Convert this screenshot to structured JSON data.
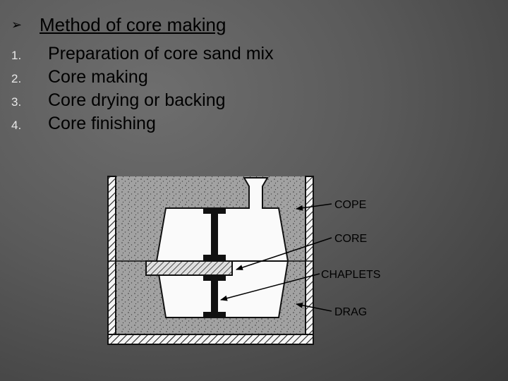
{
  "heading": {
    "bullet": "➢",
    "title": "Method of core making"
  },
  "steps": [
    {
      "num": "1.",
      "text": "Preparation of core sand mix"
    },
    {
      "num": "2.",
      "text": "Core making"
    },
    {
      "num": "3.",
      "text": "Core drying or backing"
    },
    {
      "num": "4.",
      "text": "Core finishing"
    }
  ],
  "figure": {
    "labels": {
      "cope": "COPE",
      "core": "CORE",
      "chaplets": "CHAPLETS",
      "drag": "DRAG"
    }
  }
}
